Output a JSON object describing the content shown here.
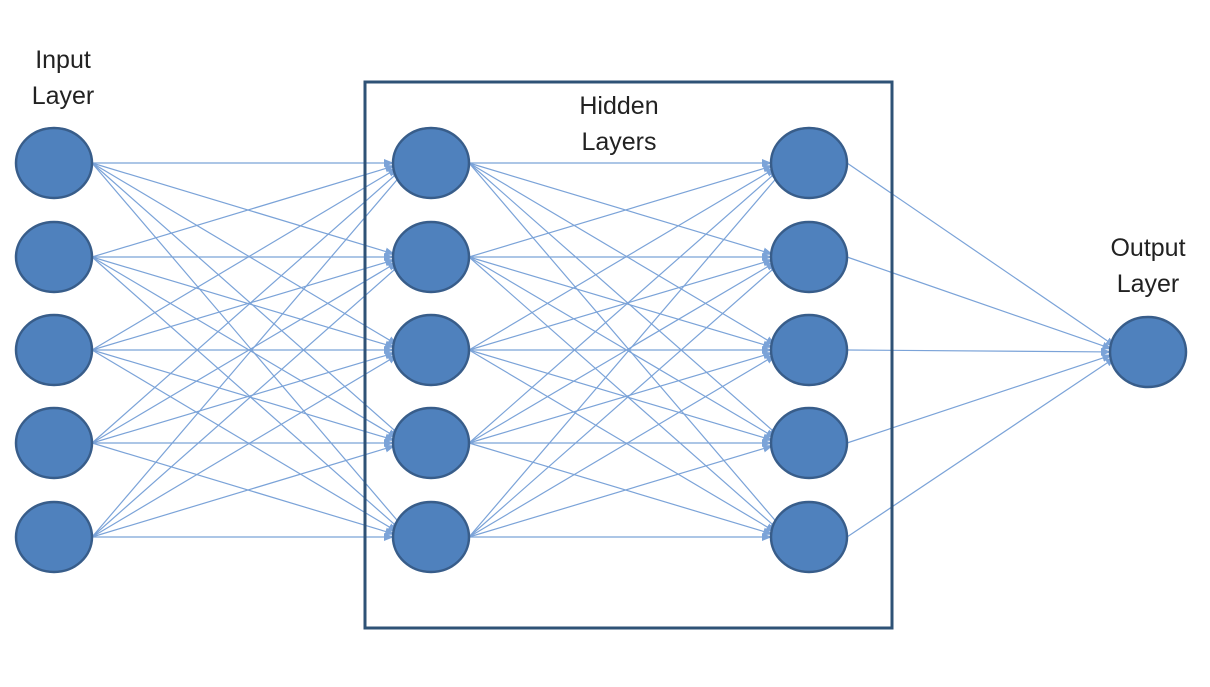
{
  "labels": {
    "input_line1": "Input",
    "input_line2": "Layer",
    "hidden_line1": "Hidden",
    "hidden_line2": "Layers",
    "output_line1": "Output",
    "output_line2": "Layer"
  },
  "network": {
    "layers": [
      {
        "name": "input",
        "nodes": 5
      },
      {
        "name": "hidden-1",
        "nodes": 5
      },
      {
        "name": "hidden-2",
        "nodes": 5
      },
      {
        "name": "output",
        "nodes": 1
      }
    ]
  },
  "colors": {
    "node_fill": "#4f81bd",
    "node_stroke": "#385d8a",
    "edge": "#7ba3d8",
    "box": "#2f5276",
    "text": "#222222"
  }
}
